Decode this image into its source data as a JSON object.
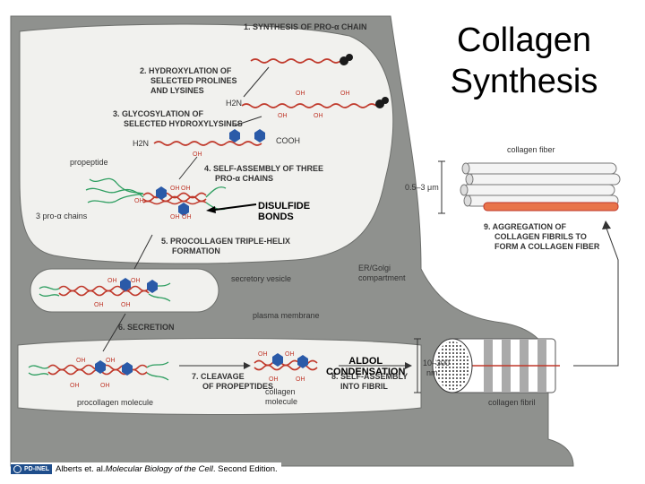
{
  "title": {
    "line1": "Collagen",
    "line2": "Synthesis"
  },
  "annotations": {
    "disulfide": {
      "line1": "DISULFIDE",
      "line2": "BONDS"
    },
    "aldol": {
      "line1": "ALDOL",
      "line2": "CONDENSATION"
    }
  },
  "steps": {
    "s1": "1. SYNTHESIS OF PRO-α CHAIN",
    "s2a": "2. HYDROXYLATION OF",
    "s2b": "SELECTED PROLINES",
    "s2c": "AND LYSINES",
    "s3a": "3. GLYCOSYLATION OF",
    "s3b": "SELECTED HYDROXYLYSINES",
    "s4a": "4. SELF-ASSEMBLY OF THREE",
    "s4b": "PRO-α CHAINS",
    "s5a": "5. PROCOLLAGEN TRIPLE-HELIX",
    "s5b": "FORMATION",
    "s6": "6. SECRETION",
    "s7a": "7. CLEAVAGE",
    "s7b": "OF PROPEPTIDES",
    "s8a": "8. SELF-ASSEMBLY",
    "s8b": "INTO FIBRIL",
    "s9a": "9. AGGREGATION OF",
    "s9b": "COLLAGEN FIBRILS TO",
    "s9c": "FORM A COLLAGEN FIBER"
  },
  "labels": {
    "h2n": "H2N",
    "cooh": "COOH",
    "oh": "OH",
    "propeptide": "propeptide",
    "pro_chains": "3 pro-α chains",
    "secretory_vesicle": "secretory vesicle",
    "er_golgi_a": "ER/Golgi",
    "er_golgi_b": "compartment",
    "plasma_membrane": "plasma membrane",
    "procollagen_molecule": "procollagen molecule",
    "collagen_molecule_a": "collagen",
    "collagen_molecule_b": "molecule",
    "collagen_fiber": "collagen fiber",
    "fiber_size": "0.5–3 μm",
    "fibril_size_a": "10–300",
    "fibril_size_b": "nm",
    "collagen_fibril": "collagen fibril"
  },
  "credit": {
    "badge": "PD-INEL",
    "prefix": "Alberts et. al. ",
    "book": "Molecular Biology of the Cell",
    "suffix": ". Second Edition."
  },
  "colors": {
    "panel": "#a6a8a4",
    "cell": "#8f918e",
    "er": "#f1f1ee",
    "chain": "#c0392b",
    "propeptide": "#2e9e60",
    "sugar": "#2a5aa8",
    "ribosome": "#1a1a1a"
  }
}
